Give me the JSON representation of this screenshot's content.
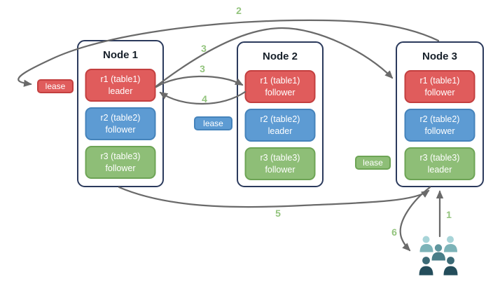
{
  "diagram": {
    "nodes": [
      {
        "title": "Node 1",
        "replicas": [
          {
            "name": "r1 (table1)",
            "role": "leader",
            "color": "red"
          },
          {
            "name": "r2 (table2)",
            "role": "follower",
            "color": "blue"
          },
          {
            "name": "r3 (table3)",
            "role": "follower",
            "color": "green"
          }
        ]
      },
      {
        "title": "Node 2",
        "replicas": [
          {
            "name": "r1 (table1)",
            "role": "follower",
            "color": "red"
          },
          {
            "name": "r2 (table2)",
            "role": "leader",
            "color": "blue"
          },
          {
            "name": "r3 (table3)",
            "role": "follower",
            "color": "green"
          }
        ]
      },
      {
        "title": "Node 3",
        "replicas": [
          {
            "name": "r1 (table1)",
            "role": "follower",
            "color": "red"
          },
          {
            "name": "r2 (table2)",
            "role": "follower",
            "color": "blue"
          },
          {
            "name": "r3 (table3)",
            "role": "leader",
            "color": "green"
          }
        ]
      }
    ],
    "leases": [
      {
        "label": "lease",
        "color": "#e05c5c"
      },
      {
        "label": "lease",
        "color": "#5d9bd3"
      },
      {
        "label": "lease",
        "color": "#8ebe77"
      }
    ],
    "steps": {
      "s1": "1",
      "s2": "2",
      "s3a": "3",
      "s3b": "3",
      "s4": "4",
      "s5": "5",
      "s6": "6"
    },
    "icons": {
      "users": "users-group-icon"
    },
    "colors": {
      "replica_red": "#e05c5c",
      "replica_blue": "#5d9bd3",
      "replica_green": "#8ebe77",
      "step_label_green": "#93c47d",
      "arrow_gray": "#6a6a6a",
      "node_border_navy": "#2b3a5c"
    }
  }
}
